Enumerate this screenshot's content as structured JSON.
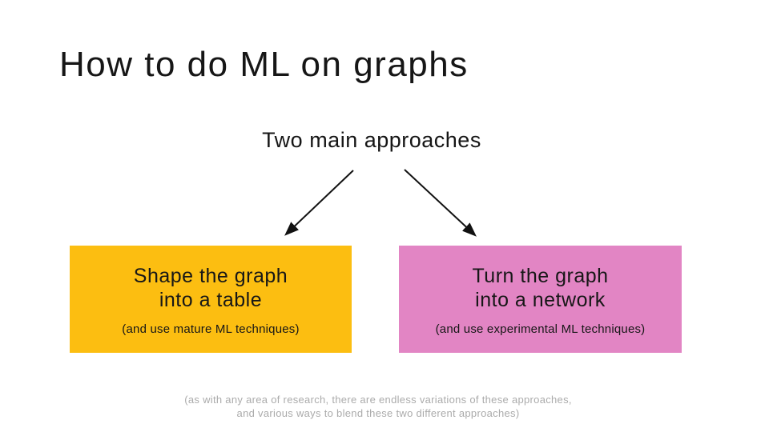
{
  "slide": {
    "title": "How to do ML on graphs",
    "subtitle": "Two main approaches",
    "left_box": {
      "heading": "Shape the graph\ninto a table",
      "note": "(and use mature ML techniques)",
      "background_color": "#FCBE11"
    },
    "right_box": {
      "heading": "Turn the graph\ninto a network",
      "note": "(and use experimental ML techniques)",
      "background_color": "#E285C4"
    },
    "footnote": "(as with any area of research, there are endless variations of these approaches,\nand various ways to blend these two different approaches)",
    "colors": {
      "background": "#FFFFFF",
      "text": "#161616",
      "footnote_text": "#ABABAB",
      "arrow": "#111111"
    }
  }
}
